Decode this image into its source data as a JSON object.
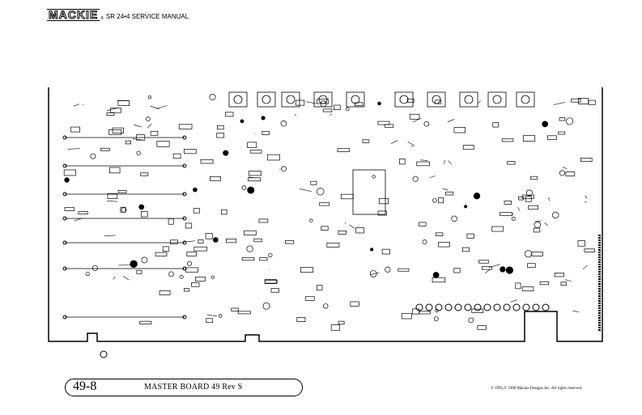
{
  "header": {
    "logo_text": "MACKIE",
    "logo_mark": "®",
    "manual_title": "SR 24•4 SERVICE MANUAL"
  },
  "board": {
    "image": "pcb-component-layout-drawing"
  },
  "footer": {
    "page_number": "49-8",
    "board_title": "MASTER BOARD 49 Rev S",
    "copyright": "© 1995,© 1999 Mackie Designs Inc.  All rights reserved."
  }
}
